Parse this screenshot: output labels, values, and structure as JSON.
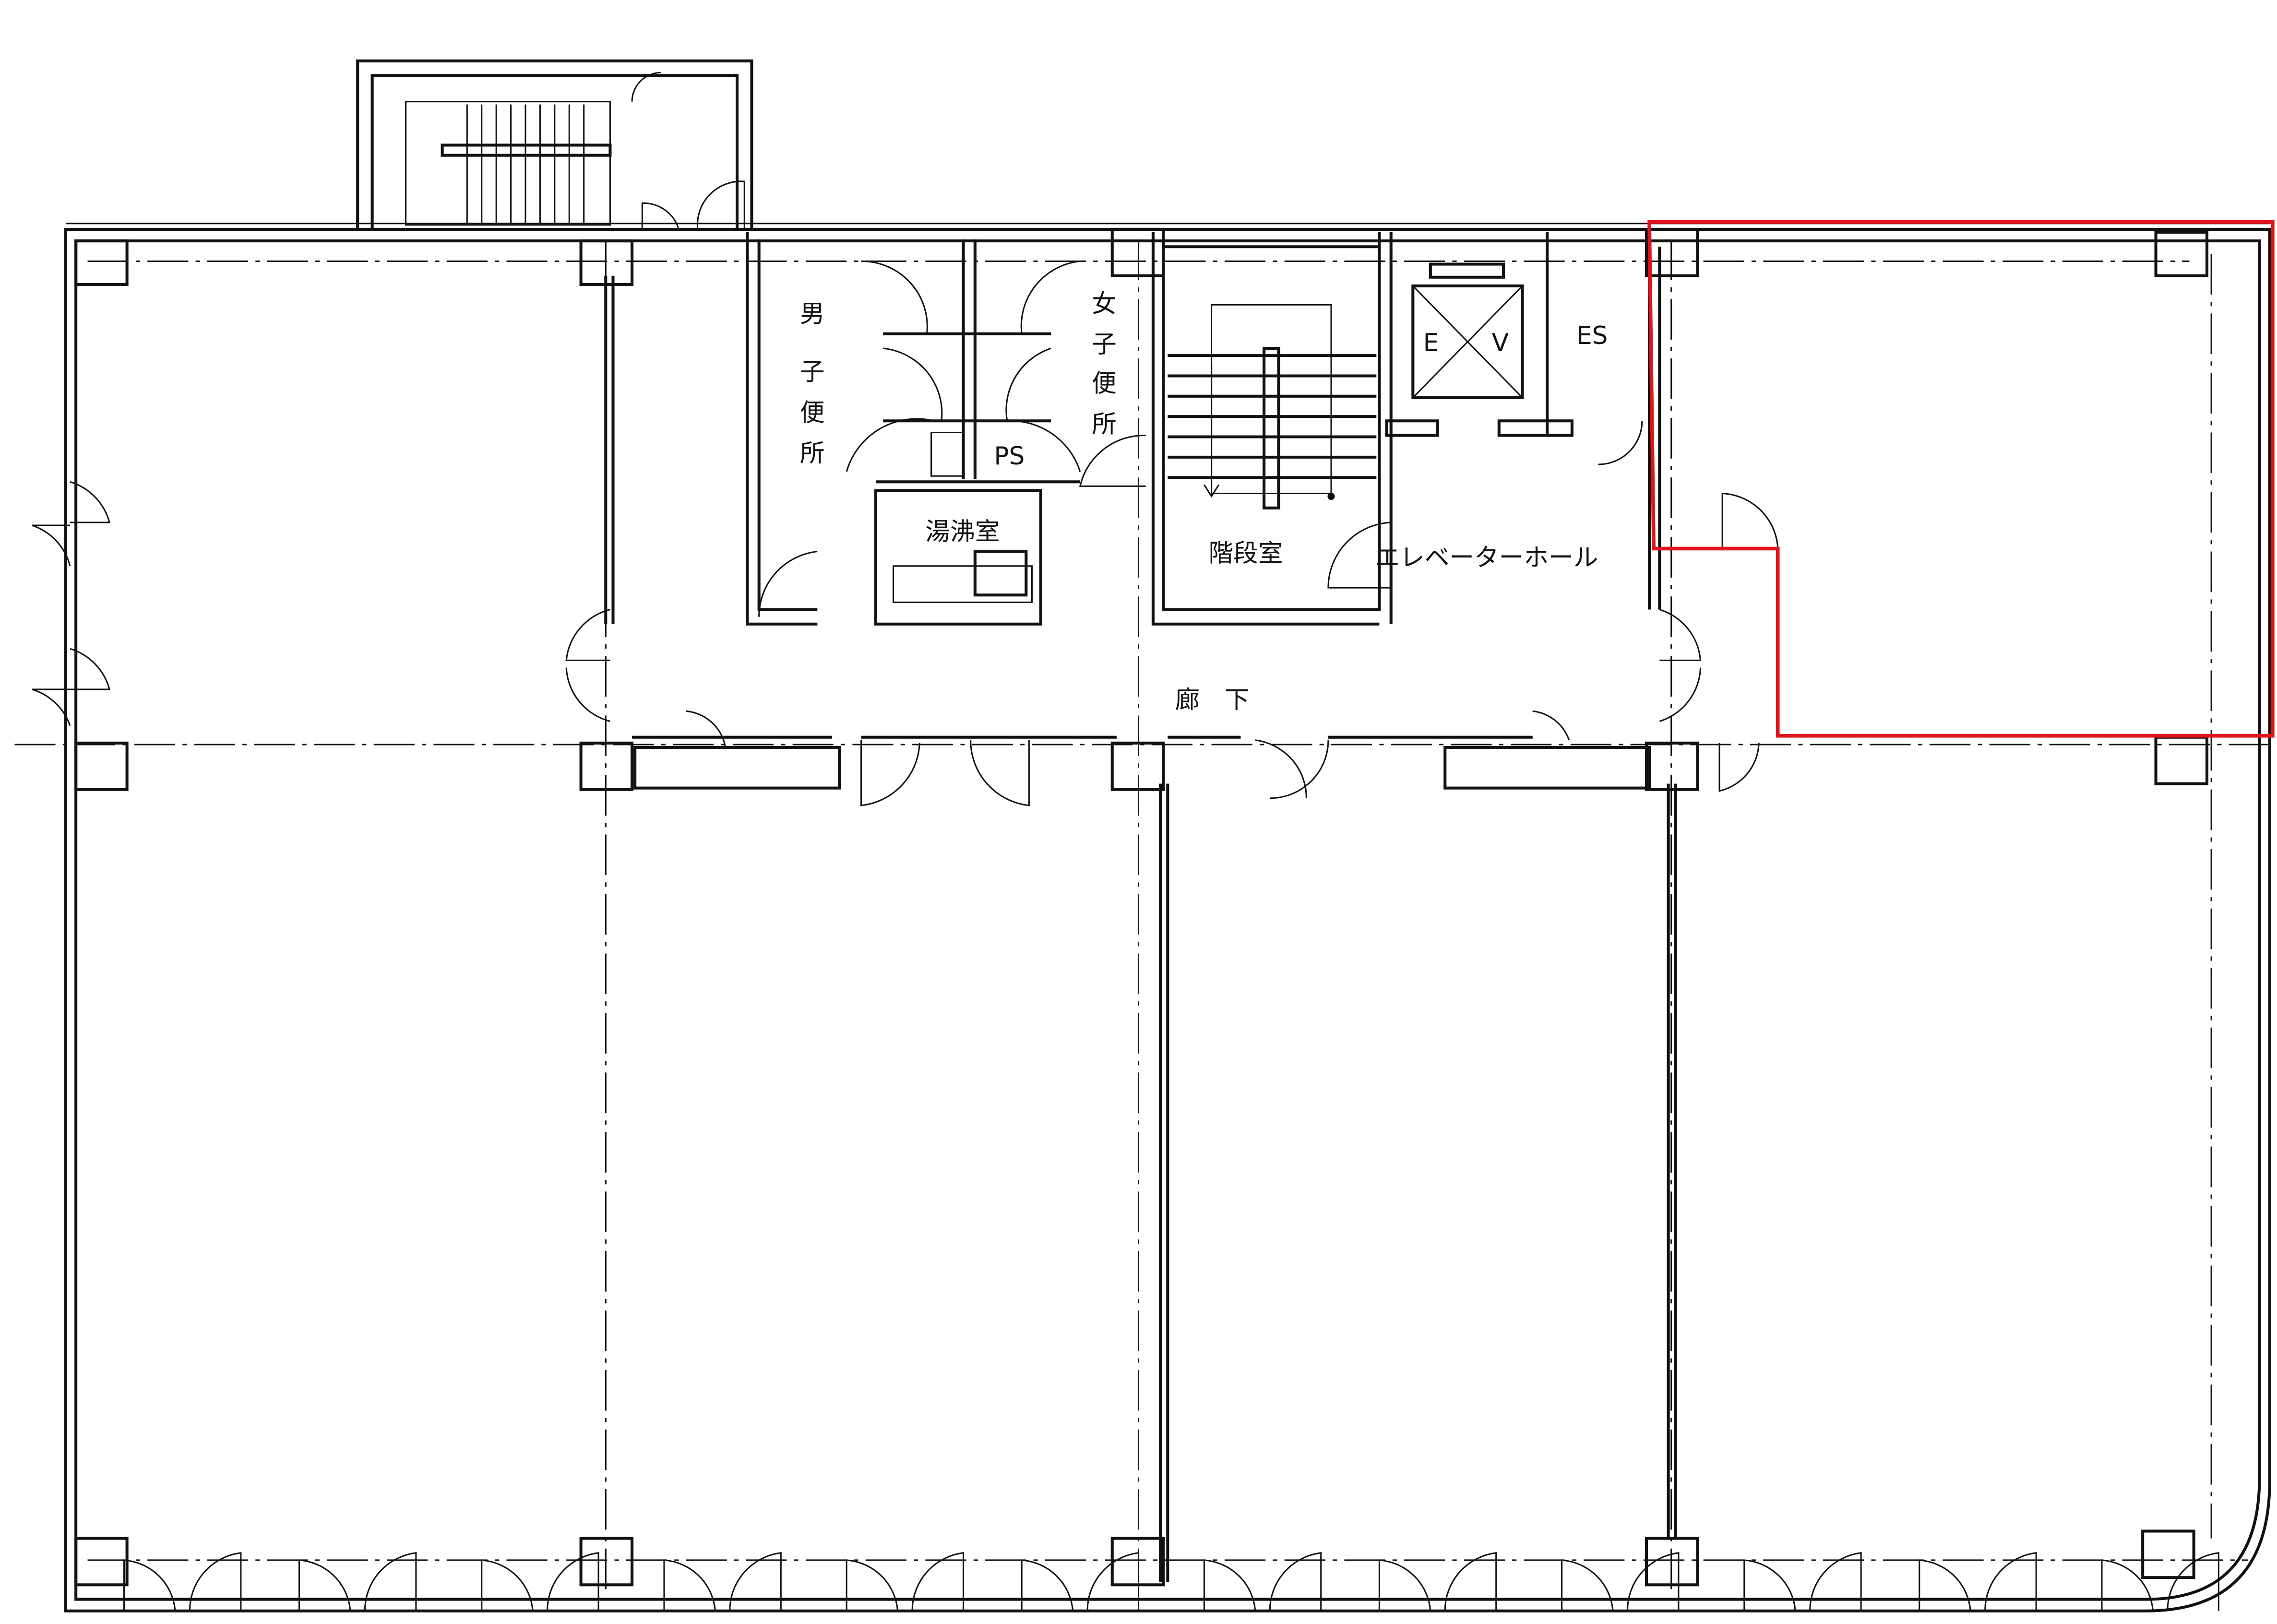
{
  "floor_plan": {
    "labels": {
      "mens_toilet": [
        "男",
        "子",
        "便",
        "所"
      ],
      "womens_toilet": [
        "女",
        "子",
        "便",
        "所"
      ],
      "pipe_shaft": "PS",
      "kitchenette": "湯沸室",
      "stairwell": "階段室",
      "elevator_hall": "エレベーターホール",
      "elevator_e": "E",
      "elevator_v": "V",
      "es": "ES",
      "corridor": "廊　下"
    },
    "highlight_color": "#e0141c",
    "line_color": "#111111"
  }
}
